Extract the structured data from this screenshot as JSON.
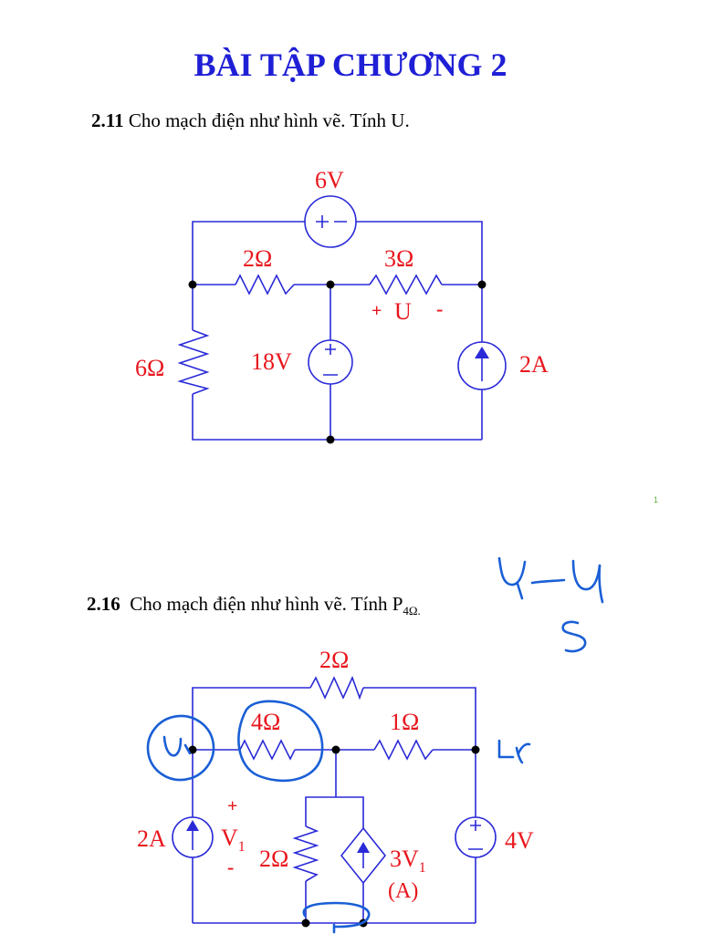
{
  "title": "BÀI TẬP CHƯƠNG 2",
  "problem1": {
    "number": "2.11",
    "text": "Cho mạch điện như hình vẽ. Tính U.",
    "labels": {
      "v6": "6V",
      "r2": "2Ω",
      "r3": "3Ω",
      "plus": "+",
      "u": "U",
      "minus": "-",
      "r6": "6Ω",
      "v18": "18V",
      "i2a": "2A"
    }
  },
  "page_number": "1",
  "problem2": {
    "number": "2.16",
    "text": "Cho mạch điện như hình vẽ. Tính P",
    "subscript": "4Ω.",
    "labels": {
      "r2top": "2Ω",
      "r4": "4Ω",
      "r1": "1Ω",
      "i2a": "2A",
      "v1": "V",
      "v1sub": "1",
      "plus": "+",
      "minus": "-",
      "r2mid": "2Ω",
      "dep": "3V",
      "depsub": "1",
      "depunit": "(A)",
      "v4": "4V"
    }
  },
  "colors": {
    "title": "#1f1fd6",
    "labels": "#e8161d",
    "wires": "#2a2ad8",
    "ink": "#1a5fd6",
    "page_number": "#5fae3a"
  }
}
